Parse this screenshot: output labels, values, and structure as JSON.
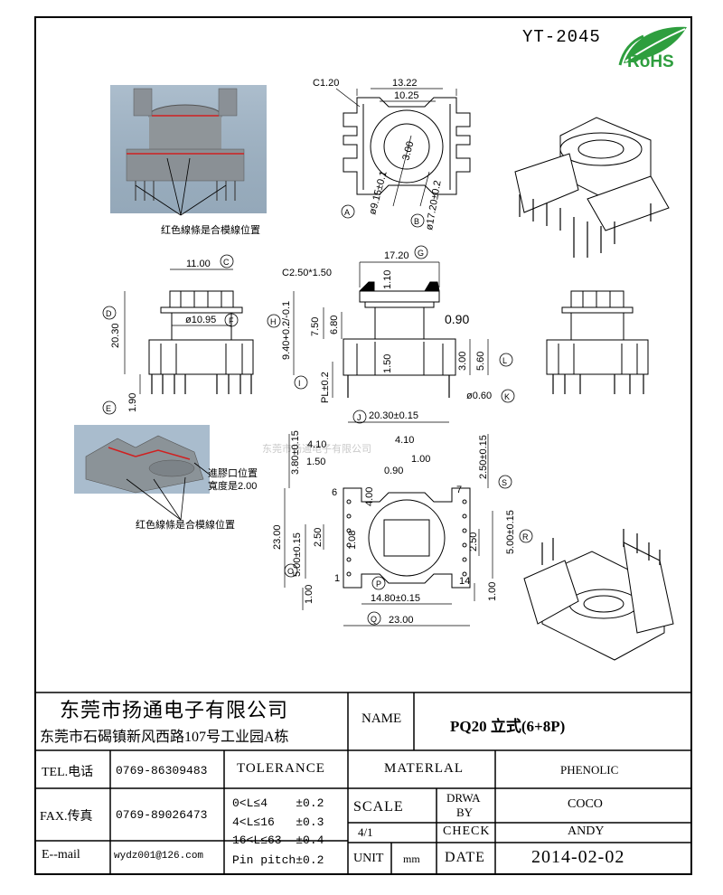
{
  "header": {
    "part_no": "YT-2045",
    "rohs": "RoHS"
  },
  "annotations": {
    "photo_top_caption": "红色線條是合模線位置",
    "photo_bottom_caption": "红色線條是合模線位置",
    "gate_note_line1": "進膠口位置",
    "gate_note_line2": "寬度是2.00",
    "watermark": "东莞市扬通电子有限公司"
  },
  "top_view": {
    "chamfer": "C1.20",
    "w1": "13.22",
    "w2": "10.25",
    "h1": "3.00",
    "dia_a": "ø9.15±0.1",
    "dia_b": "ø17.20±0.2",
    "label_a": "A",
    "label_b": "B"
  },
  "front_view": {
    "w_top": "11.00",
    "label_c": "C",
    "height": "20.30",
    "label_d": "D",
    "inner_dia": "ø10.95",
    "label_f": "F",
    "pin_len": "1.90",
    "label_e": "E"
  },
  "section_view": {
    "chamfer": "C2.50*1.50",
    "width": "17.20",
    "label_g": "G",
    "d_110": "1.10",
    "height": "9.40+0.2/-0.1",
    "label_h": "H",
    "d_750": "7.50",
    "d_680": "6.80",
    "d_090": "0.90",
    "d_150": "1.50",
    "d_300": "3.00",
    "d_560": "5.60",
    "label_l": "L",
    "pl": "PL±0.2",
    "label_i": "I",
    "pin_dia": "ø0.60",
    "label_k": "K",
    "row": "20.30±0.15",
    "label_j": "J"
  },
  "bottom_view": {
    "d_410_l": "4.10",
    "d_410_r": "4.10",
    "d_380": "3.80±0.15",
    "d_150": "1.50",
    "d_100_top": "1.00",
    "d_090": "0.90",
    "d_250_top": "2.50±0.15",
    "label_s": "S",
    "pin6": "6",
    "pin7": "7",
    "d_400": "4.00",
    "height": "23.00",
    "d_500_l": "5.00±0.15",
    "label_o": "O",
    "d_250_l": "2.50",
    "d_108": "1.08",
    "d_500_r": "5.00±0.15",
    "label_r": "R",
    "d_250_r": "2.50",
    "d_100_r": "1.00",
    "pin1": "1",
    "pin14": "14",
    "d_100_l": "1.00",
    "label_p": "P",
    "row": "14.80±0.15",
    "width": "23.00",
    "label_q": "Q"
  },
  "title_block": {
    "company": "东莞市扬通电子有限公司",
    "address": "东莞市石碣镇新风西路107号工业园A栋",
    "name_label": "NAME",
    "name_value": "PQ20 立式(6+8P)",
    "tel_label": "TEL.电话",
    "tel_value": "0769-86309483",
    "fax_label": "FAX.传真",
    "fax_value": "0769-89026473",
    "email_label": "E--mail",
    "email_value": "wydz001@126.com",
    "tolerance_label": "TOLERANCE",
    "tol1": "0<L≤4    ±0.2",
    "tol2": "4<L≤16   ±0.3",
    "tol3": "16<L≤63  ±0.4",
    "tol4": "Pin pitch±0.2",
    "material_label": "MATERLAL",
    "material_value": "PHENOLIC",
    "scale_label": "SCALE",
    "scale_value": "4/1",
    "drwa_label1": "DRWA",
    "drwa_label2": "BY",
    "drwa_value": "COCO",
    "check_label": "CHECK",
    "check_value": "ANDY",
    "unit_label": "UNIT",
    "unit_value": "mm",
    "date_label": "DATE",
    "date_value": "2014-02-02"
  }
}
